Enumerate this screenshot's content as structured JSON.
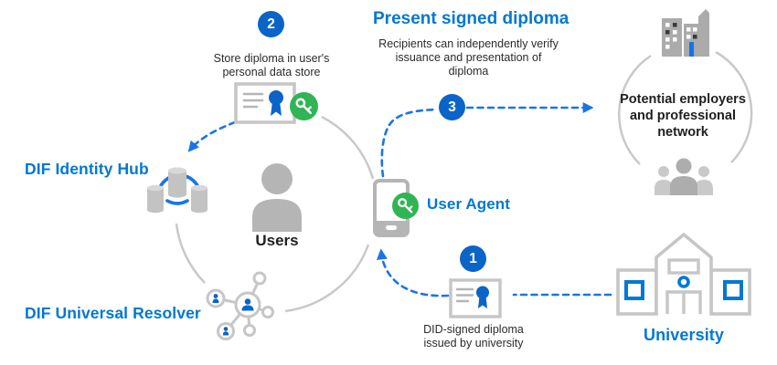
{
  "heading": {
    "title": "Present signed diploma",
    "subtitle": "Recipients can independently verify issuance and presentation of diploma"
  },
  "nodes": {
    "identity_hub": {
      "label": "DIF Identity Hub"
    },
    "universal_resolver": {
      "label": "DIF Universal Resolver"
    },
    "users": {
      "label": "Users"
    },
    "user_agent": {
      "label": "User Agent"
    },
    "university": {
      "label": "University"
    },
    "employers": {
      "label": "Potential employers and professional network"
    }
  },
  "steps": {
    "step1": {
      "number": "1",
      "caption": "DID-signed diploma issued by university"
    },
    "step2": {
      "number": "2",
      "caption": "Store diploma in user's personal data store"
    },
    "step3": {
      "number": "3"
    }
  },
  "icons": {
    "identity_hub": "database-cylinders-sync-icon",
    "universal_resolver": "network-graph-icon",
    "users": "person-icon",
    "user_agent": "smartphone-icon",
    "key": "key-icon",
    "diploma": "certificate-ribbon-icon",
    "university": "university-building-icon",
    "employers_building": "office-buildings-icon",
    "employers_people": "people-group-icon"
  },
  "colors": {
    "accent_blue": "#0078D4",
    "arrow_blue": "#1B74E8",
    "badge_blue": "#0B64C8",
    "key_green": "#30B455",
    "icon_gray": "#B5B5B5",
    "arc_gray": "#C9C9C9",
    "text_dark": "#1F1F1F"
  }
}
